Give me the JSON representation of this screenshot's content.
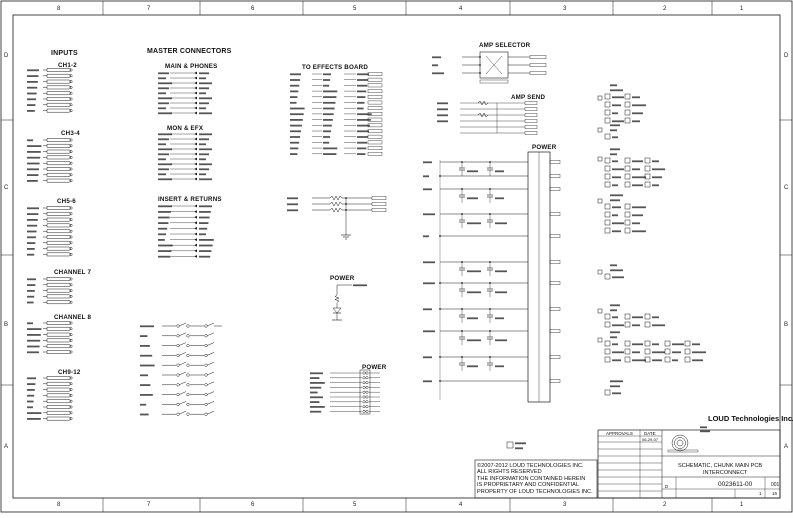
{
  "zones": {
    "columns": [
      "8",
      "7",
      "6",
      "5",
      "4",
      "3",
      "2",
      "1"
    ],
    "rows": [
      "D",
      "C",
      "B",
      "A"
    ]
  },
  "sections": {
    "inputs": "INPUTS",
    "ch1_2": "CH1-2",
    "ch3_4": "CH3-4",
    "ch5_6": "CH5-6",
    "channel7": "CHANNEL 7",
    "channel8": "CHANNEL 8",
    "ch9_12": "CH9-12",
    "master_connectors": "MASTER CONNECTORS",
    "main_phones": "MAIN & PHONES",
    "mon_efx": "MON & EFX",
    "insert_returns": "INSERT & RETURNS",
    "to_effects_board": "TO EFFECTS BOARD",
    "amp_selector": "AMP SELECTOR",
    "amp_send": "AMP SEND",
    "power_main": "POWER",
    "power_led": "POWER",
    "power_bottom": "POWER"
  },
  "title_block": {
    "company": "LOUD Technologies Inc.",
    "title_line1": "SCHEMATIC, CHUNK MAIN PCB",
    "title_line2": "INTERCONNECT",
    "doc_number": "0023611-00",
    "rev": "001",
    "size": "D",
    "sheet": "1",
    "of": "15",
    "approvals": "APPROVALS",
    "date_hdr": "DATE",
    "date": "06-29-07"
  },
  "copyright": {
    "lines": [
      "©2007-2012 LOUD TECHNOLOGIES INC.",
      "ALL RIGHTS RESERVED",
      "THE INFORMATION CONTAINED HEREIN",
      "IS PROPRIETARY AND CONFIDENTIAL",
      "PROPERTY OF LOUD TECHNOLOGIES INC."
    ]
  },
  "colors": {
    "line": "#1a1a1a",
    "paper": "#ffffff"
  }
}
